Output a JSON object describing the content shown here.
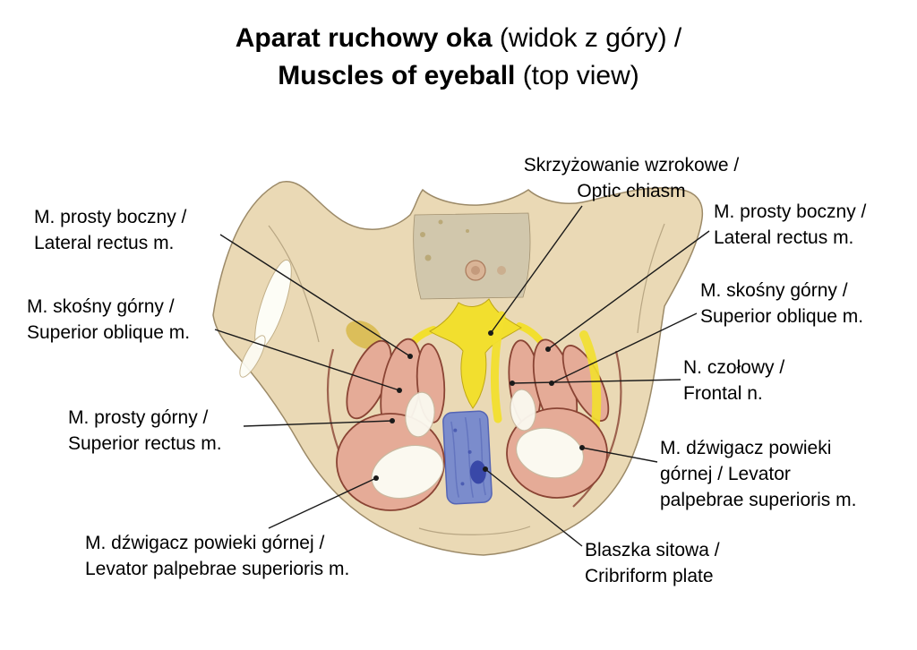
{
  "title": {
    "line1_bold": "Aparat ruchowy oka",
    "line1_rest": " (widok z góry) /",
    "line2_bold": "Muscles of eyeball",
    "line2_rest": " (top view)"
  },
  "labels": {
    "optic_chiasm": "Skrzyżowanie wzrokowe /\nOptic chiasm",
    "lateral_rectus_left": "M. prosty boczny /\nLateral rectus m.",
    "superior_oblique_left": "M. skośny górny /\nSuperior oblique m.",
    "superior_rectus": "M. prosty górny /\nSuperior rectus m.",
    "levator_left": "M. dźwigacz powieki górnej /\nLevator palpebrae superioris m.",
    "lateral_rectus_right": "M. prosty boczny /\nLateral rectus m.",
    "superior_oblique_right": "M. skośny górny /\nSuperior oblique m.",
    "frontal_nerve": "N. czołowy /\nFrontal n.",
    "levator_right": "M. dźwigacz powieki\ngórnej / Levator\npalpebrae superioris m.",
    "cribriform_plate": "Blaszka sitowa /\nCribriform plate"
  },
  "colors": {
    "bone": "#ead9b5",
    "bone_edge": "#9c8a68",
    "gray_area": "#cfc6ac",
    "muscle": "#e5ab97",
    "muscle_dark": "#8a4434",
    "nerve_yellow": "#f2df2e",
    "plate_blue": "#7b8ccc",
    "plate_blue_dark": "#3948a8",
    "eyeball_white": "#fbf9f0",
    "leader_line": "#1a1a1a"
  }
}
